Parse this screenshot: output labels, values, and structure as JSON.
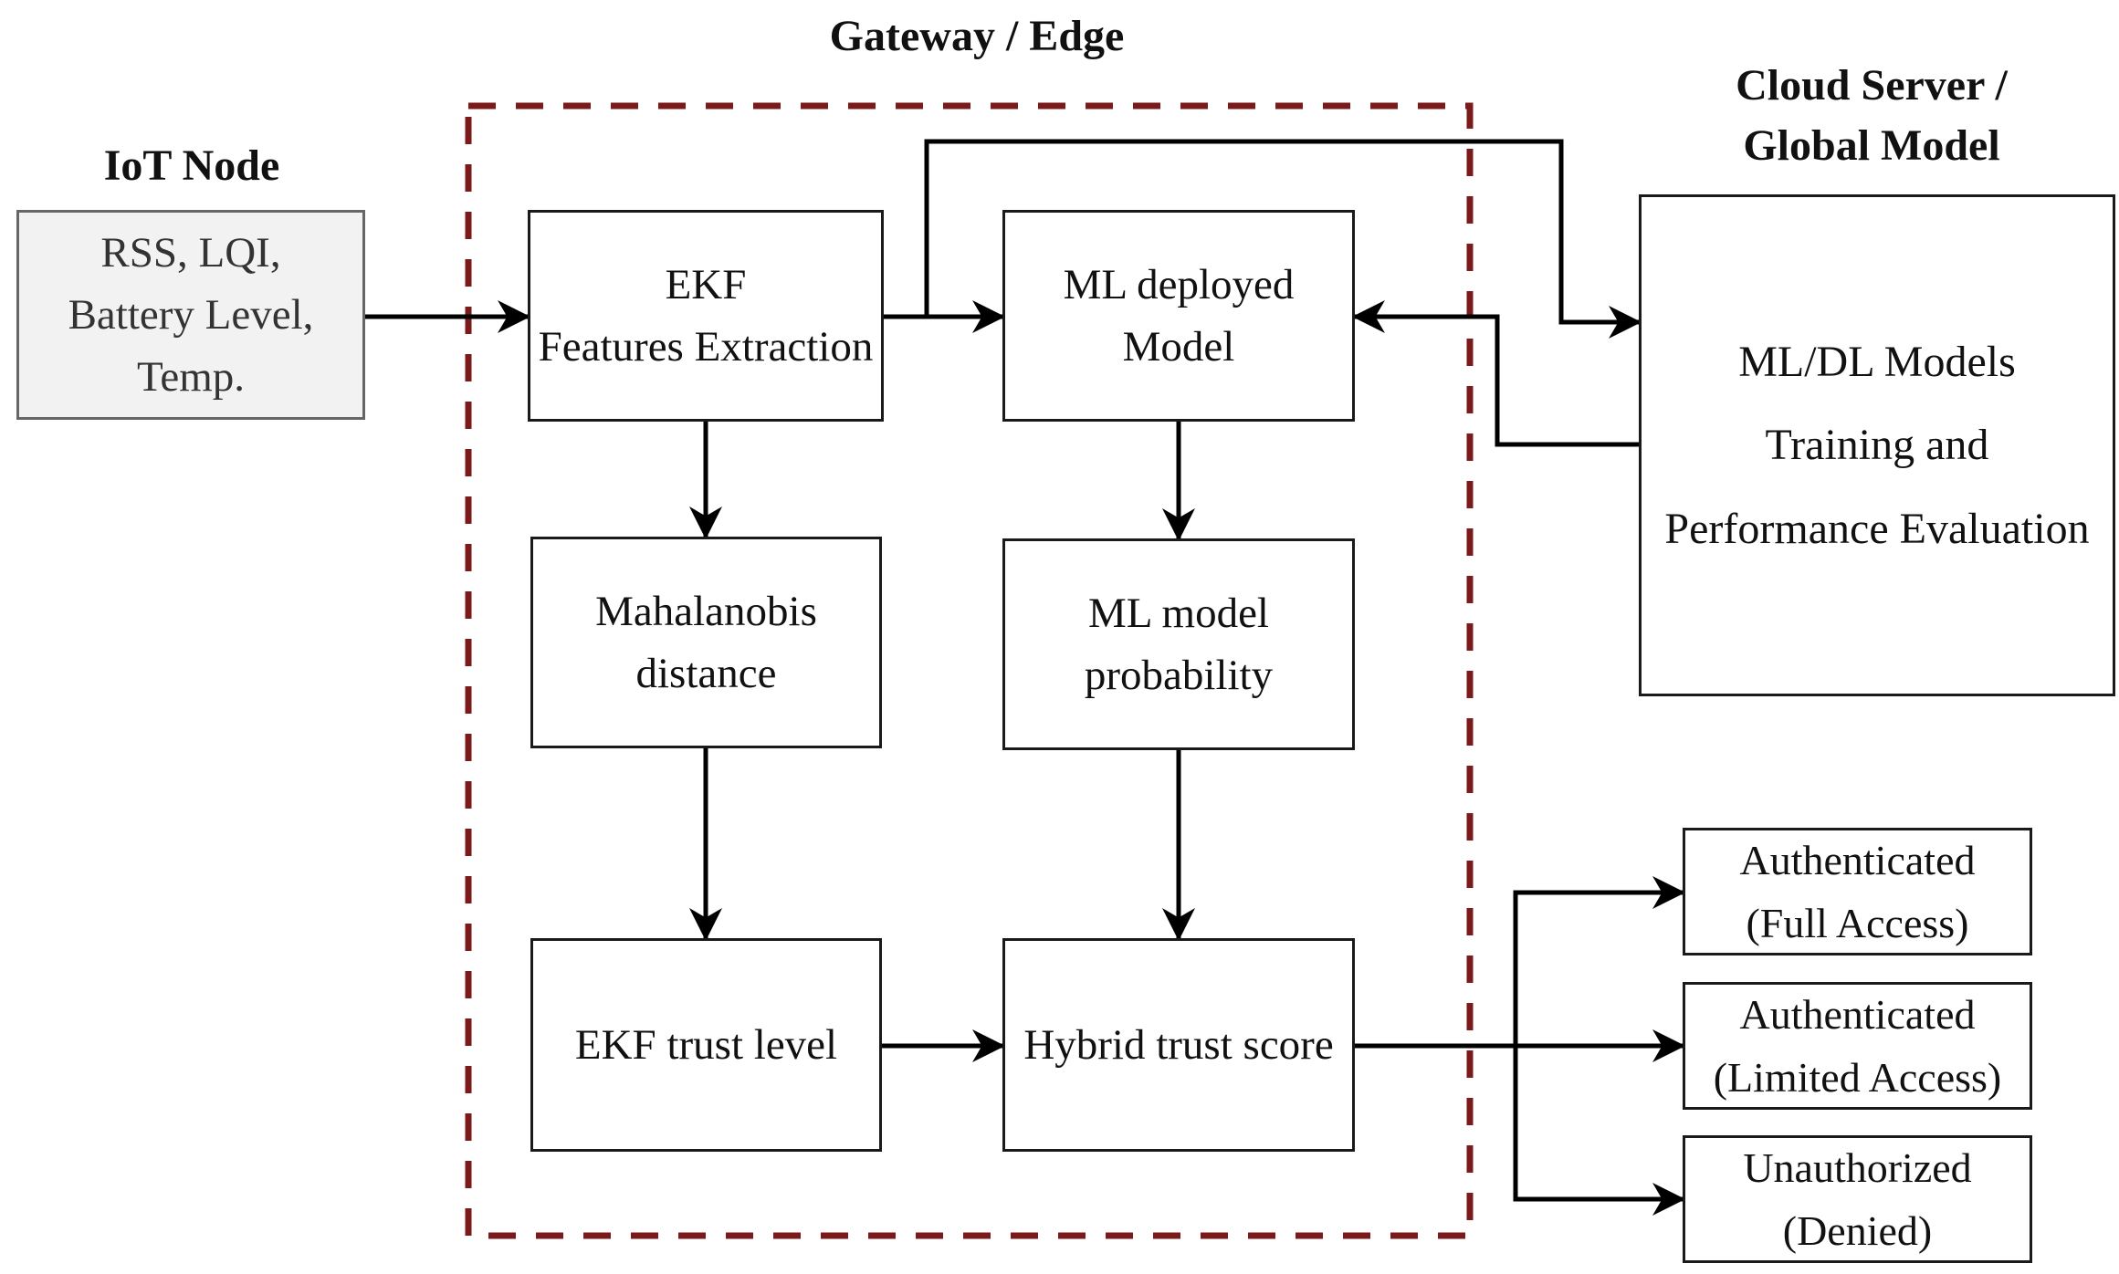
{
  "titles": {
    "gateway": "Gateway / Edge",
    "iot_node": "IoT Node",
    "cloud_line1": "Cloud Server /",
    "cloud_line2": "Global Model"
  },
  "boxes": {
    "iot_inputs": "RSS, LQI,\nBattery Level,\nTemp.",
    "ekf_features": "EKF\nFeatures Extraction",
    "ml_deployed": "ML deployed\nModel",
    "mahalanobis": "Mahalanobis\ndistance",
    "ml_probability": "ML model\nprobability",
    "ekf_trust": "EKF trust level",
    "hybrid_score": "Hybrid trust score",
    "cloud_models": "ML/DL Models\nTraining and\nPerformance Evaluation",
    "auth_full": "Authenticated\n(Full Access)",
    "auth_limited": "Authenticated\n(Limited Access)",
    "unauthorized": "Unauthorized\n(Denied)"
  },
  "colors": {
    "gateway_border": "#7a1a1a",
    "line": "#000000",
    "iot_fill": "#f2f2f2"
  }
}
